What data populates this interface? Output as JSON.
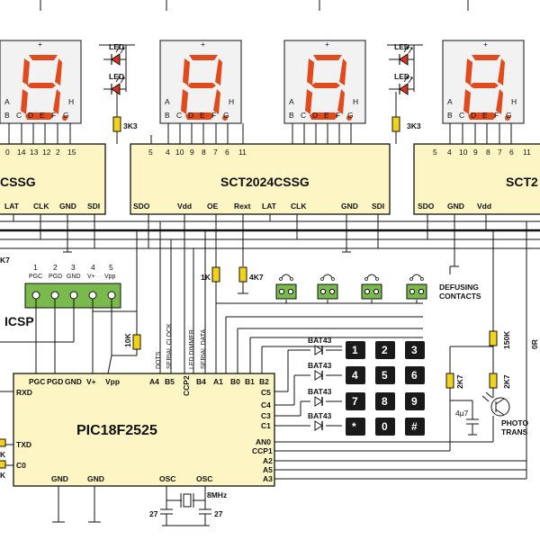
{
  "driver_chip": {
    "name": "SCT2024CSSG",
    "left_name": "CSSG",
    "right_name": "SCT2"
  },
  "display": {
    "top_labels": [
      "+",
      "A",
      "H"
    ],
    "bottom_labels": [
      "B",
      "C",
      "D",
      "E",
      "F",
      "G"
    ]
  },
  "driver_pins_top": [
    "5",
    "4",
    "10",
    "9",
    "8",
    "7",
    "6",
    "11"
  ],
  "driver_pins_top_left": [
    "0",
    "14",
    "13",
    "12",
    "2",
    "15"
  ],
  "driver_pins_top_right": [
    "5",
    "4",
    "10",
    "9",
    "8",
    "7",
    "6",
    "11"
  ],
  "driver_pins_bottom": [
    "SDO",
    "Vdd",
    "OE",
    "Rext",
    "LAT",
    "CLK",
    "GND",
    "SDI"
  ],
  "driver_pins_bottom_left": [
    "LAT",
    "CLK",
    "GND",
    "SDI"
  ],
  "driver_pins_bottom_right": [
    "SDO",
    "GND",
    "Vdd"
  ],
  "led": {
    "label": "LED",
    "resistor": "3K3"
  },
  "resistors": {
    "r_1k": "1K",
    "r_4k7_main": "4K7",
    "r_4k7_edge": "K7",
    "r_10k": "10K",
    "r_150k": "150K",
    "r_2k7a": "2K7",
    "r_2k7b": "2K7",
    "r_0r": "0R",
    "r_k_a": "K",
    "r_k_b": "K"
  },
  "icsp": {
    "title": "ICSP",
    "numbers": [
      "1",
      "2",
      "3",
      "4",
      "5"
    ],
    "labels": [
      "PGC",
      "PGD",
      "GND",
      "V+",
      "Vpp"
    ]
  },
  "signal_labels": [
    "DOTS",
    "SERIAL CLOCK",
    "LED DIMMER",
    "SERIAL DATA"
  ],
  "defusing": {
    "label_1": "DEFUSING",
    "label_2": "CONTACTS"
  },
  "diodes": [
    "BAT43",
    "BAT43",
    "BAT43",
    "BAT43"
  ],
  "keypad": [
    [
      "1",
      "2",
      "3"
    ],
    [
      "4",
      "5",
      "6"
    ],
    [
      "7",
      "8",
      "9"
    ],
    [
      "*",
      "0",
      "#"
    ]
  ],
  "mcu": {
    "name": "PIC18F2525",
    "top_pins": [
      "PGC",
      "PGD",
      "GND",
      "V+",
      "Vpp",
      "A4",
      "B5",
      "CCP2",
      "B4",
      "A1",
      "B0",
      "B1",
      "B2"
    ],
    "left_pins": [
      "RXD",
      "TXD",
      "C0"
    ],
    "right_pins": [
      "C5",
      "C4",
      "C3",
      "C1",
      "AN0",
      "CCP1",
      "A2",
      "A5",
      "A3"
    ],
    "bottom_pins": [
      "GND",
      "GND",
      "OSC",
      "OSC"
    ]
  },
  "capacitors": {
    "c1": "27",
    "c2": "27",
    "c3": "4µ7"
  },
  "crystal": "8MHz",
  "phototrans": {
    "line1": "PHOTO",
    "line2": "TRANS"
  },
  "colors": {
    "chip": "#fdf6c4",
    "segment": "#e04a1c",
    "resistor": "#f3d21c",
    "connector": "#79b94d",
    "led": "#e0301a"
  }
}
